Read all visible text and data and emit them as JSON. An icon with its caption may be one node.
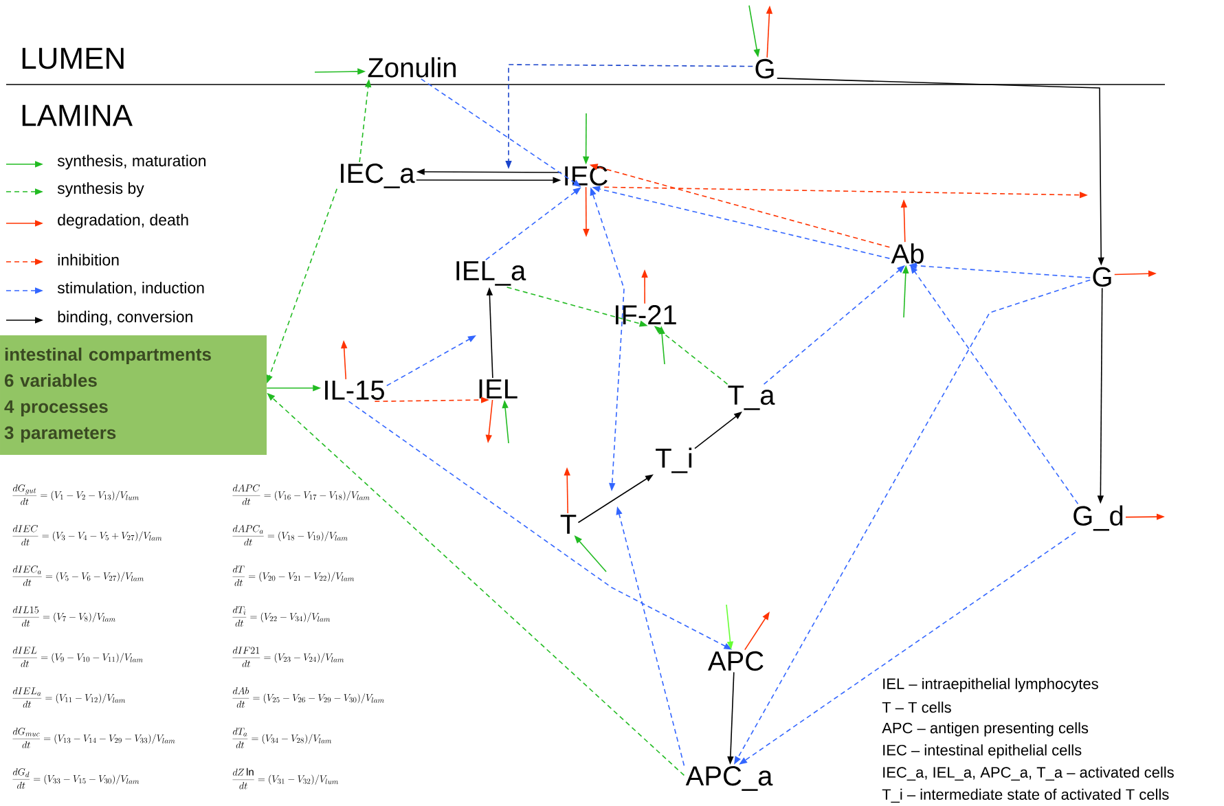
{
  "diagram": {
    "nodes": [
      {
        "text": [
          "Zonulin"
        ]
      },
      {
        "text": [
          "G"
        ]
      },
      {
        "text": [
          "IEC_a"
        ]
      },
      {
        "text": [
          "IEC"
        ]
      },
      {
        "text": [
          "IEL_a"
        ]
      },
      {
        "text": [
          "IF-21"
        ]
      },
      {
        "text": [
          "Ab"
        ]
      },
      {
        "text": [
          "G"
        ]
      },
      {
        "text": [
          "IL-15"
        ]
      },
      {
        "text": [
          "IEL"
        ]
      },
      {
        "text": [
          "T_a"
        ]
      },
      {
        "text": [
          "T_i"
        ]
      },
      {
        "text": [
          "T"
        ]
      },
      {
        "text": [
          "APC"
        ]
      },
      {
        "text": [
          "APC_a"
        ]
      },
      {
        "text": [
          "G_d"
        ]
      },
      {
        "text": [
          "intestinal compartments",
          "6 variables",
          "4 processes",
          "3 parameters"
        ]
      }
    ],
    "edges": [
      {
        "from": null,
        "to": 0,
        "arrow": "to"
      },
      {
        "from": 2,
        "to": 0,
        "arrow": "to",
        "style": "dashed"
      },
      {
        "from": null,
        "to": 1,
        "arrow": "to"
      },
      {
        "from": 1,
        "to": null,
        "arrow": "to",
        "color": "#ff3300"
      },
      {
        "from": 1,
        "to": null,
        "arrow": "to",
        "style": "dashed",
        "color": "#1a44cc"
      },
      {
        "from": 3,
        "to": 2,
        "arrow": "to",
        "color": "#000000"
      },
      {
        "from": 2,
        "to": 3,
        "arrow": "to",
        "color": "#000000"
      },
      {
        "from": 0,
        "to": 3,
        "arrow": "to",
        "style": "dashed",
        "color": "#3366ff"
      },
      {
        "from": null,
        "to": 3,
        "arrow": "to"
      },
      {
        "from": 3,
        "to": null,
        "arrow": "to",
        "color": "#ff3300"
      },
      {
        "from": 4,
        "to": 3,
        "arrow": "to",
        "style": "dashed",
        "color": "#3366ff"
      },
      {
        "from": 3,
        "to": null,
        "arrow": "both",
        "style": "dashed",
        "color": "#3366ff"
      },
      {
        "from": 3,
        "to": null,
        "arrow": "to",
        "style": "dashed",
        "color": "#ff3300"
      },
      {
        "from": 6,
        "to": 3,
        "arrow": "to",
        "style": "dashed",
        "color": "#ff3300"
      },
      {
        "from": 6,
        "to": 3,
        "arrow": "to",
        "style": "dashed",
        "color": "#3366ff"
      },
      {
        "from": 6,
        "to": null,
        "arrow": "to",
        "color": "#ff3300"
      },
      {
        "from": null,
        "to": 6,
        "arrow": "to"
      },
      {
        "from": 1,
        "to": 7,
        "arrow": "to",
        "color": "#000000"
      },
      {
        "from": 7,
        "to": null,
        "arrow": "to",
        "color": "#ff3300"
      },
      {
        "from": 7,
        "to": 6,
        "arrow": "to",
        "style": "dashed",
        "color": "#3366ff"
      },
      {
        "from": 7,
        "to": 14,
        "arrow": "to",
        "style": "dashed",
        "color": "#3366ff"
      },
      {
        "from": 7,
        "to": 15,
        "arrow": "to",
        "color": "#000000"
      },
      {
        "from": 15,
        "to": null,
        "arrow": "to",
        "color": "#ff3300"
      },
      {
        "from": 15,
        "to": 6,
        "arrow": "to",
        "style": "dashed",
        "color": "#3366ff"
      },
      {
        "from": 15,
        "to": 14,
        "arrow": "to",
        "style": "dashed",
        "color": "#3366ff"
      },
      {
        "from": 10,
        "to": 6,
        "arrow": "to",
        "style": "dashed",
        "color": "#3366ff"
      },
      {
        "from": 5,
        "to": null,
        "arrow": "to",
        "color": "#ff3300"
      },
      {
        "from": null,
        "to": 5,
        "arrow": "to"
      },
      {
        "from": 4,
        "to": 5,
        "arrow": "to",
        "style": "dashed"
      },
      {
        "from": 10,
        "to": 5,
        "arrow": "to",
        "style": "dashed"
      },
      {
        "from": 8,
        "to": null,
        "arrow": "to",
        "color": "#ff3300"
      },
      {
        "from": 8,
        "to": null,
        "arrow": "to",
        "style": "dashed",
        "color": "#3366ff"
      },
      {
        "from": 9,
        "to": 4,
        "arrow": "to",
        "color": "#000000"
      },
      {
        "from": 8,
        "to": 9,
        "arrow": "to",
        "style": "dashed",
        "color": "#ff3300"
      },
      {
        "from": 9,
        "to": null,
        "arrow": "to",
        "color": "#ff3300"
      },
      {
        "from": null,
        "to": 9,
        "arrow": "to"
      },
      {
        "from": 16,
        "to": 8,
        "arrow": "to"
      },
      {
        "from": 2,
        "to": 16,
        "arrow": "to",
        "style": "dashed"
      },
      {
        "from": 14,
        "to": 16,
        "arrow": "to",
        "style": "dashed"
      },
      {
        "from": 8,
        "to": 13,
        "arrow": "to",
        "style": "dashed",
        "color": "#3366ff"
      },
      {
        "from": 12,
        "to": null,
        "arrow": "to",
        "color": "#ff3300"
      },
      {
        "from": null,
        "to": 12,
        "arrow": "to"
      },
      {
        "from": 12,
        "to": 11,
        "arrow": "to",
        "color": "#000000"
      },
      {
        "from": 11,
        "to": 10,
        "arrow": "to",
        "color": "#000000"
      },
      {
        "from": 14,
        "to": null,
        "arrow": "to",
        "style": "dashed",
        "color": "#3366ff"
      },
      {
        "from": null,
        "to": 13,
        "arrow": "to",
        "color": "#66ff33"
      },
      {
        "from": 13,
        "to": null,
        "arrow": "to",
        "color": "#ff3300"
      },
      {
        "from": 13,
        "to": 14,
        "arrow": "to",
        "color": "#000000"
      }
    ],
    "labels": [
      "LUMEN",
      "LAMINA",
      "\\frac{dG_{gut}}{dt}=(V_{1}-V_{2}-V_{13})/V_{lum}",
      "\\frac{dAPC}{dt}=(V_{16}-V_{17}-V_{18})/V_{lam}",
      "\\frac{dIEC}{dt}=(V_{3}-V_{4}-V_{5}+V_{27})/V_{lam}",
      "\\frac{dAPC_{a}}{dt}=(V_{18}-V_{19})/V_{lam}",
      "\\frac{dIEC_{a}}{dt}=(V_{5}-V_{6}-V_{27})/V_{lam}",
      "\\frac{dT}{dt}=(V_{20}-V_{21}-V_{22})/V_{lam}",
      "\\frac{dIL15}{dt}=(V_{7}-V_{8})/V_{lam}",
      "\\frac{dT_{i}}{dt}=(V_{22}-V_{34})/V_{lam}",
      "\\frac{dIEL}{dt}=(V_{9}-V_{10}-V_{11})/V_{lam}",
      "\\frac{dIF21}{dt}=(V_{23}-V_{24})/V_{lam}",
      "\\frac{dIEL_{a}}{dt}=(V_{11}-V_{12})/V_{lam}",
      "\\frac{dAb}{dt}=(V_{25}-V_{26}-V_{29}-V_{30})/V_{lam}",
      "\\frac{dG_{muc}}{dt}=(V_{13}-V_{14}-V_{29}-V_{33})/V_{lam}",
      "\\frac{dT_{a}}{dt}=(V_{34}-V_{28})/V_{lam}",
      "\\frac{dG_{d}}{dt}=(V_{33}-V_{15}-V_{30})/V_{lam}",
      "\\frac{dZ\\ln}{dt}=(V_{31}-V_{32})/V_{lum}",
      "IEL – intraepithelial lymphocytes",
      "T – T cells",
      "APC – antigen presenting cells",
      "IEC – intestinal epithelial cells",
      "IEC_a, IEL_a, APC_a, T_a – activated cells",
      "T_i – intermediate state of activated T cells"
    ],
    "legend": [
      {
        "text": "synthesis, maturation"
      },
      {
        "text": "synthesis by"
      },
      {
        "text": "degradation, death"
      },
      {
        "text": "inhibition"
      },
      {
        "text": "stimulation, induction"
      },
      {
        "text": "binding, conversion"
      }
    ]
  }
}
